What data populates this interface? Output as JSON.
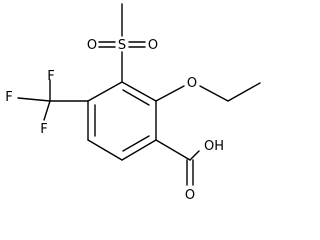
{
  "labels": {
    "sulfur": "S",
    "sulfonyl_oxygen_left": "O",
    "sulfonyl_oxygen_right": "O",
    "ether_oxygen": "O",
    "fluorine_top": "F",
    "fluorine_left": "F",
    "fluorine_bottom": "F",
    "hydroxyl": "OH",
    "carbonyl_oxygen": "O"
  }
}
